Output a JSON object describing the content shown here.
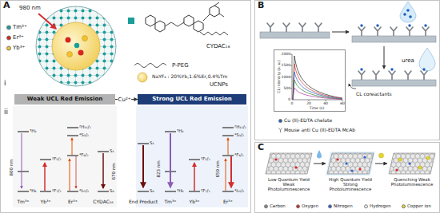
{
  "diagram": {
    "nodes": [
      {
        "text": [
          "A"
        ]
      },
      {
        "text": [
          "Weak UCL Red Emission"
        ],
        "in": 0
      },
      {
        "text": [
          "Strong UCL Red Emission"
        ],
        "in": 0
      },
      {
        "text": [
          "B"
        ]
      },
      {
        "text": [
          "CL intensity (a. u.)",
          "Time (s)"
        ],
        "in": 3
      },
      {
        "text": [
          "C"
        ]
      },
      {
        "text": [
          "Low Quantum Yield Weak Photoluminescence"
        ],
        "in": 5
      },
      {
        "text": [
          "High Quantum Yield Strong Photoluminescence"
        ],
        "in": 5
      },
      {
        "text": [
          "Quenching Weak Photoluminescence"
        ],
        "in": 5
      }
    ],
    "edges": [
      {
        "from": 1,
        "to": 2,
        "label": "Cu²⁺",
        "arrow": "to"
      },
      {
        "from": 6,
        "to": 7,
        "arrow": "to"
      },
      {
        "from": 7,
        "to": 8,
        "arrow": "to"
      }
    ],
    "labels": [
      "980 nm",
      "CYDAC₁₆",
      "P-PEG",
      "NaYF₄ : 20%Yb,1.6%Er,0.4%Tm",
      "UCNPs",
      "i",
      "ii",
      "800 nm",
      "³H₄",
      "³H₆",
      "²F₅/₂",
      "²F₇/₂",
      "²H₁₁/₂",
      "⁴S₃/₂",
      "⁴F₉/₂",
      "⁴I₁₅/₂",
      "S₁",
      "S₀",
      "670 nm",
      "Tm³⁺",
      "Yb³⁺",
      "Er³⁺",
      "CYDAC₁₆",
      "S₁",
      "S₀",
      "823 nm",
      "³H₄",
      "³H₆",
      "²F₅/₂",
      "²F₇/₂",
      "650 nm",
      "²H₁₁/₂",
      "⁴S₃/₂",
      "⁴F₉/₂",
      "⁴I₁₅/₂",
      "End Product",
      "Tm³⁺",
      "Yb³⁺",
      "Er³⁺",
      "urea",
      "CL coreactants",
      "0",
      "500",
      "1000",
      "1500",
      "2000",
      "0",
      "20",
      "40",
      "60"
    ],
    "legend": [
      {
        "text": "Tm³⁺",
        "color": "#1a9e9a"
      },
      {
        "text": "Er³⁺",
        "color": "#d7261e"
      },
      {
        "text": "Yb³⁺",
        "color": "#f2c12e"
      },
      {
        "text": "Cu (II)-EDTA chelate",
        "color": "#1f5fbf"
      },
      {
        "text": "Mouse anti Cu (II)-EDTA McAb"
      },
      {
        "text": "Carbon",
        "color": "#8a8a8a"
      },
      {
        "text": "Oxygen",
        "color": "#d62728"
      },
      {
        "text": "Nitrogen",
        "color": "#2b5fd9"
      },
      {
        "text": "Hydrogen",
        "color": "#f4f4f4"
      },
      {
        "text": "Copper ion",
        "color": "#e6d62a"
      }
    ]
  }
}
